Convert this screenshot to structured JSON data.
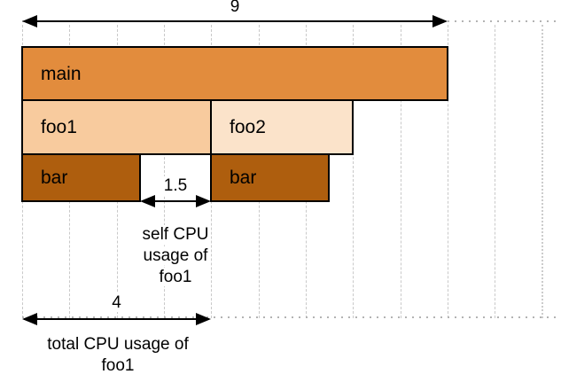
{
  "diagram_type": "flame-graph-cpu-usage",
  "grid": {
    "unit": 1,
    "num_vertical_lines": 12,
    "total_units_shown": 11
  },
  "frames": [
    {
      "label": "main",
      "depth": 0,
      "start": 0,
      "end": 9
    },
    {
      "label": "foo1",
      "depth": 1,
      "start": 0,
      "end": 4
    },
    {
      "label": "foo2",
      "depth": 1,
      "start": 4,
      "end": 7
    },
    {
      "label": "bar",
      "depth": 2,
      "start": 0,
      "end": 2.5
    },
    {
      "label": "bar",
      "depth": 2,
      "start": 4,
      "end": 6.5
    }
  ],
  "measurements": {
    "total_width": {
      "value": "9",
      "from": 0,
      "to": 9
    },
    "self_foo1": {
      "value": "1.5",
      "from": 2.5,
      "to": 4,
      "caption": [
        "self CPU",
        "usage of",
        "foo1"
      ]
    },
    "total_foo1": {
      "value": "4",
      "from": 0,
      "to": 4,
      "caption": [
        "total CPU usage of",
        "foo1"
      ]
    }
  },
  "colors": {
    "frame_main": "#e28c3d",
    "frame_foo1": "#f8cb9e",
    "frame_foo2": "#fbe3ca",
    "frame_bar": "#ae5e0e",
    "frame_border": "#000000",
    "grid_line": "#c9c9c9",
    "guide_dots": "#b3b3b3",
    "arrow": "#000000",
    "text": "#000000",
    "background": "#ffffff"
  }
}
